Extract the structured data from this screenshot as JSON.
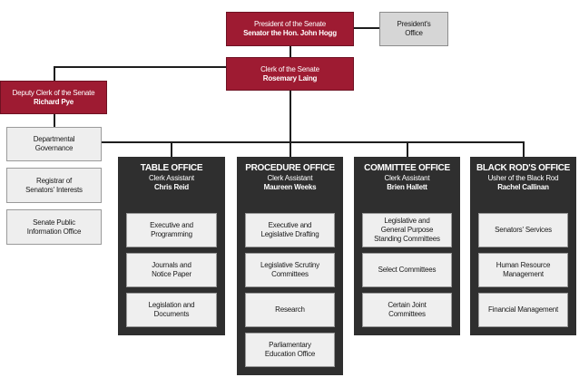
{
  "president": {
    "title": "President of the Senate",
    "name": "Senator the Hon. John Hogg"
  },
  "presidents_office": {
    "label": "President's\nOffice"
  },
  "clerk": {
    "title": "Clerk of the Senate",
    "name": "Rosemary Laing"
  },
  "deputy_clerk": {
    "title": "Deputy Clerk of the Senate",
    "name": "Richard Pye"
  },
  "deputy_units": [
    {
      "label": "Departmental\nGovernance"
    },
    {
      "label": "Registrar of\nSenators' Interests"
    },
    {
      "label": "Senate Public\nInformation Office"
    }
  ],
  "offices": [
    {
      "title": "TABLE OFFICE",
      "role": "Clerk Assistant",
      "name": "Chris Reid",
      "units": [
        "Executive and\nProgramming",
        "Journals and\nNotice Paper",
        "Legislation and\nDocuments"
      ]
    },
    {
      "title": "PROCEDURE OFFICE",
      "role": "Clerk Assistant",
      "name": "Maureen Weeks",
      "units": [
        "Executive and\nLegislative Drafting",
        "Legislative Scrutiny\nCommittees",
        "Research",
        "Parliamentary\nEducation Office"
      ]
    },
    {
      "title": "COMMITTEE OFFICE",
      "role": "Clerk Assistant",
      "name": "Brien Hallett",
      "units": [
        "Legislative and\nGeneral Purpose\nStanding Committees",
        "Select Committees",
        "Certain Joint\nCommittees"
      ]
    },
    {
      "title": "BLACK ROD'S OFFICE",
      "role": "Usher of the Black Rod",
      "name": "Rachel Callinan",
      "units": [
        "Senators' Services",
        "Human Resource\nManagement",
        "Financial Management"
      ]
    }
  ]
}
